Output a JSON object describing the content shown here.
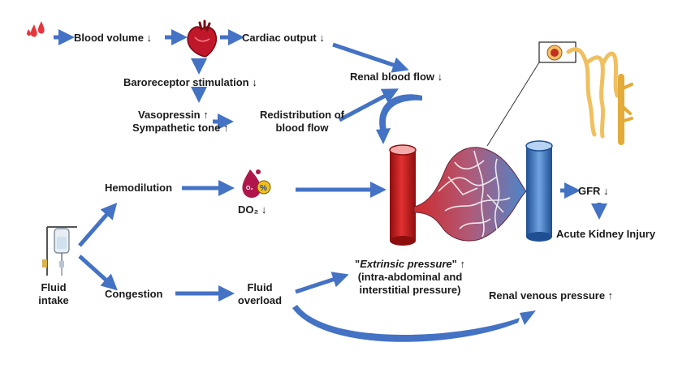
{
  "labels": {
    "blood_volume": "Blood volume ↓",
    "cardiac_output": "Cardiac output ↓",
    "baroreceptor": "Baroreceptor stimulation ↓",
    "renal_blood_flow": "Renal blood flow ↓",
    "vasopressin": "Vasopressin ↑",
    "sympathetic": "Sympathetic tone ↑",
    "redistribution_1": "Redistribution of",
    "redistribution_2": "blood  flow",
    "hemodilution": "Hemodilution",
    "do2": "DO₂ ↓",
    "gfr": "GFR ↓",
    "aki": "Acute Kidney Injury",
    "fluid_intake_1": "Fluid",
    "fluid_intake_2": "intake",
    "congestion": "Congestion",
    "fluid_overload_1": "Fluid",
    "fluid_overload_2": "overload",
    "extrinsic_quote_open": "\"",
    "extrinsic_main": "Extrinsic pressure",
    "extrinsic_quote_close": "\" ↑",
    "extrinsic_2": "(intra-abdominal and",
    "extrinsic_3": "interstitial pressure)",
    "renal_venous": "Renal venous pressure ↑"
  },
  "icon_text": {
    "o2": "O₂",
    "percent": "%"
  },
  "colors": {
    "arrow": "#4472c4",
    "artery": "#d42a2a",
    "vein": "#3a78c6",
    "blood_drop": "#e8343a",
    "kidney_tubule": "#f0c060"
  }
}
